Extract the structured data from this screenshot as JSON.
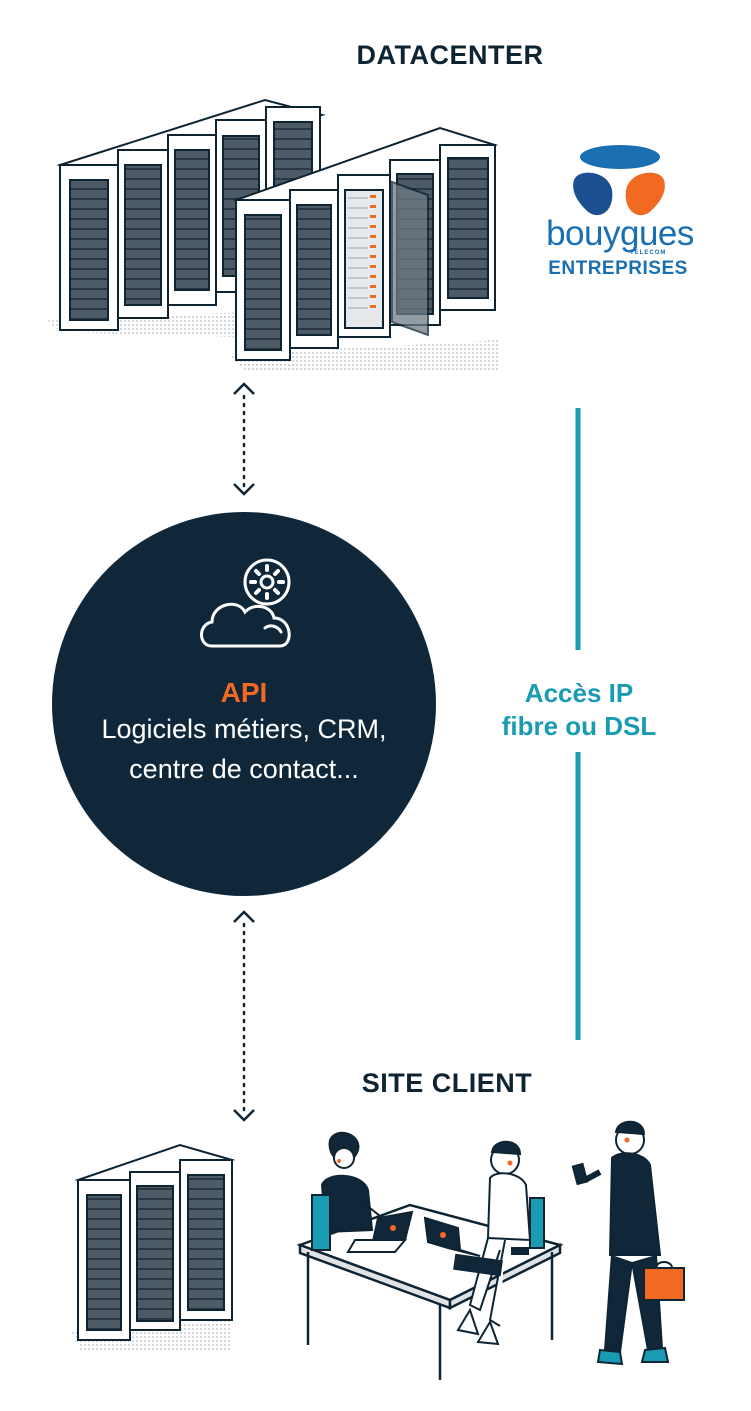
{
  "datacenter": {
    "title": "DATACENTER"
  },
  "logo": {
    "brand": "bouygues",
    "sub_brand": "TELECOM",
    "tagline": "ENTREPRISES",
    "colors": {
      "blue": "#1a6fb3",
      "orange": "#f26a22",
      "dark_blue": "#1b4f8f"
    }
  },
  "api_circle": {
    "title": "API",
    "line1": "Logiciels métiers, CRM,",
    "line2": "centre de contact...",
    "icon": "cloud-gear-icon",
    "colors": {
      "background": "#0f2739",
      "title": "#f26a22",
      "text": "#ffffff"
    }
  },
  "access": {
    "line1": "Accès IP",
    "line2": "fibre ou DSL",
    "color": "#1a9bb4"
  },
  "site_client": {
    "title": "SITE CLIENT"
  },
  "colors": {
    "ink": "#0e2433",
    "accent": "#f26a22",
    "teal": "#1a9bb4"
  }
}
